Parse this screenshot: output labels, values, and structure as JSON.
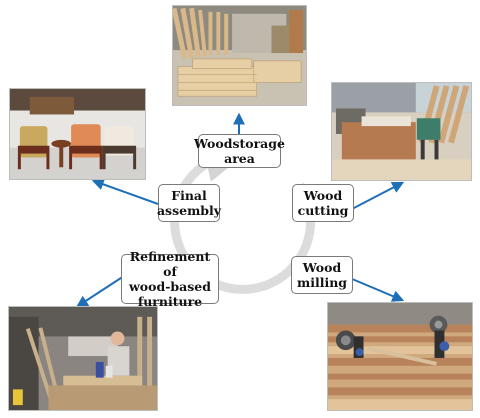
{
  "stages": {
    "woodstorage": {
      "line1": "Woodstorage",
      "line2": "area"
    },
    "wood_cutting": {
      "line1": "Wood",
      "line2": "cutting"
    },
    "wood_milling": {
      "line1": "Wood",
      "line2": "milling"
    },
    "refinement": {
      "line1": "Refinement of",
      "line2": "wood-based",
      "line3": "furniture"
    },
    "final_assembly": {
      "line1": "Final",
      "line2": "assembly"
    }
  },
  "colors": {
    "arrow": "#1f6fb8",
    "cycle_ring": "#d9d9d9",
    "label_border": "#7a7a7a"
  }
}
